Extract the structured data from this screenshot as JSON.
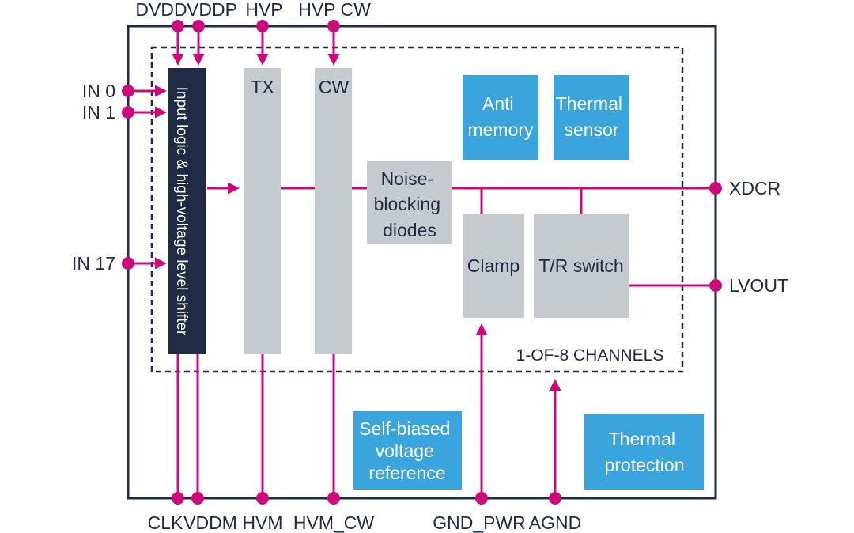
{
  "colors": {
    "wire": "#cc0a7c",
    "outline": "#1f2a44",
    "gray_block": "#c5cace",
    "blue_block": "#3aa5dd",
    "dark_block": "#1f2a44"
  },
  "pins": {
    "top": [
      "DVDD",
      "VDDP",
      "HVP",
      "HVP CW"
    ],
    "left": [
      "IN 0",
      "IN 1",
      "IN 17"
    ],
    "right": [
      "XDCR",
      "LVOUT"
    ],
    "bottom": [
      "CLK",
      "VDDM",
      "HVM",
      "HVM_CW",
      "GND_PWR",
      "AGND"
    ]
  },
  "blocks": {
    "input_logic": "Input logic & high-voltage level shifter",
    "tx": "TX",
    "cw": "CW",
    "noise_blocking": [
      "Noise-",
      "blocking",
      "diodes"
    ],
    "clamp": "Clamp",
    "tr_switch": "T/R switch",
    "anti_memory": [
      "Anti",
      "memory"
    ],
    "thermal_sensor": [
      "Thermal",
      "sensor"
    ],
    "self_biased": [
      "Self-biased",
      "voltage",
      "reference"
    ],
    "thermal_protection": [
      "Thermal",
      "protection"
    ]
  },
  "channel_label": "1-OF-8 CHANNELS"
}
